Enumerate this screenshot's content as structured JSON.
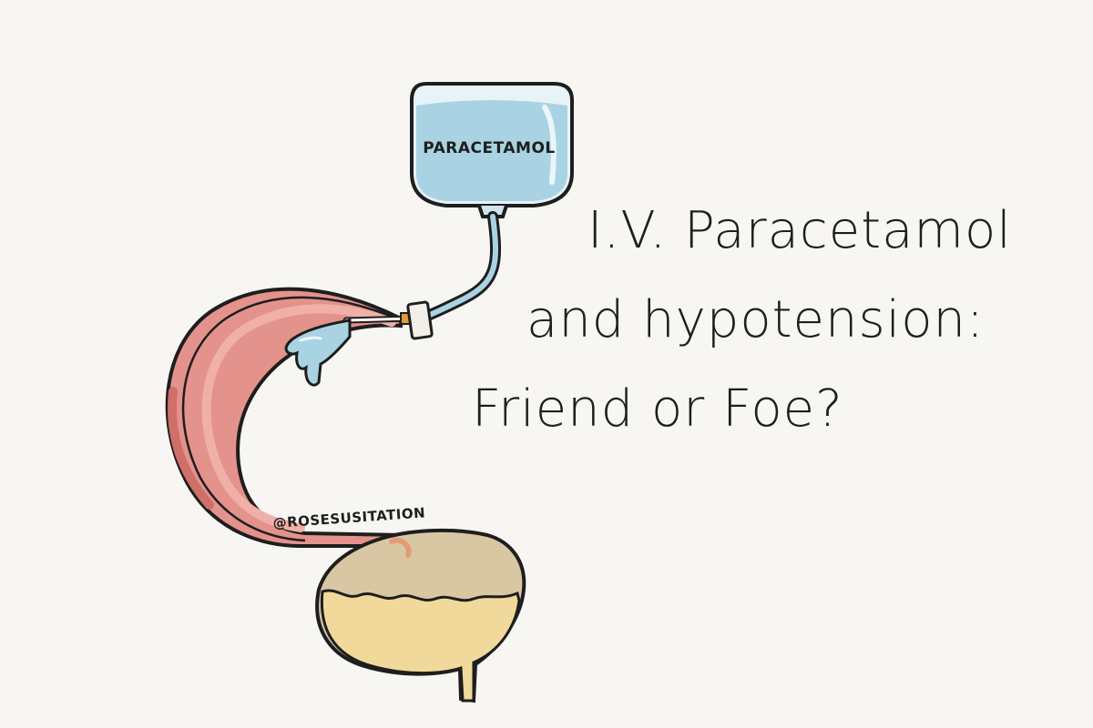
{
  "title": {
    "line1": "I.V. Paracetamol",
    "line2": "and hypotension:",
    "line3": "Friend or Foe?"
  },
  "bag_label": "PARACETAMOL",
  "credit": "@ROSESUSITATION",
  "colors": {
    "background": "#f7f6f3",
    "ink": "#1e1e1e",
    "fluid_blue": "#a9d3e3",
    "bag_blue": "#cfe6ee",
    "vessel_red": "#e4928c",
    "vessel_dark": "#cf6f6a",
    "bladder_yellow": "#f0d99a",
    "bladder_tan": "#d9c7a3"
  },
  "icons": [
    "iv-bag-icon",
    "iv-tube-icon",
    "cannula-icon",
    "vessel-icon",
    "fluid-splash-icon",
    "bladder-icon"
  ]
}
